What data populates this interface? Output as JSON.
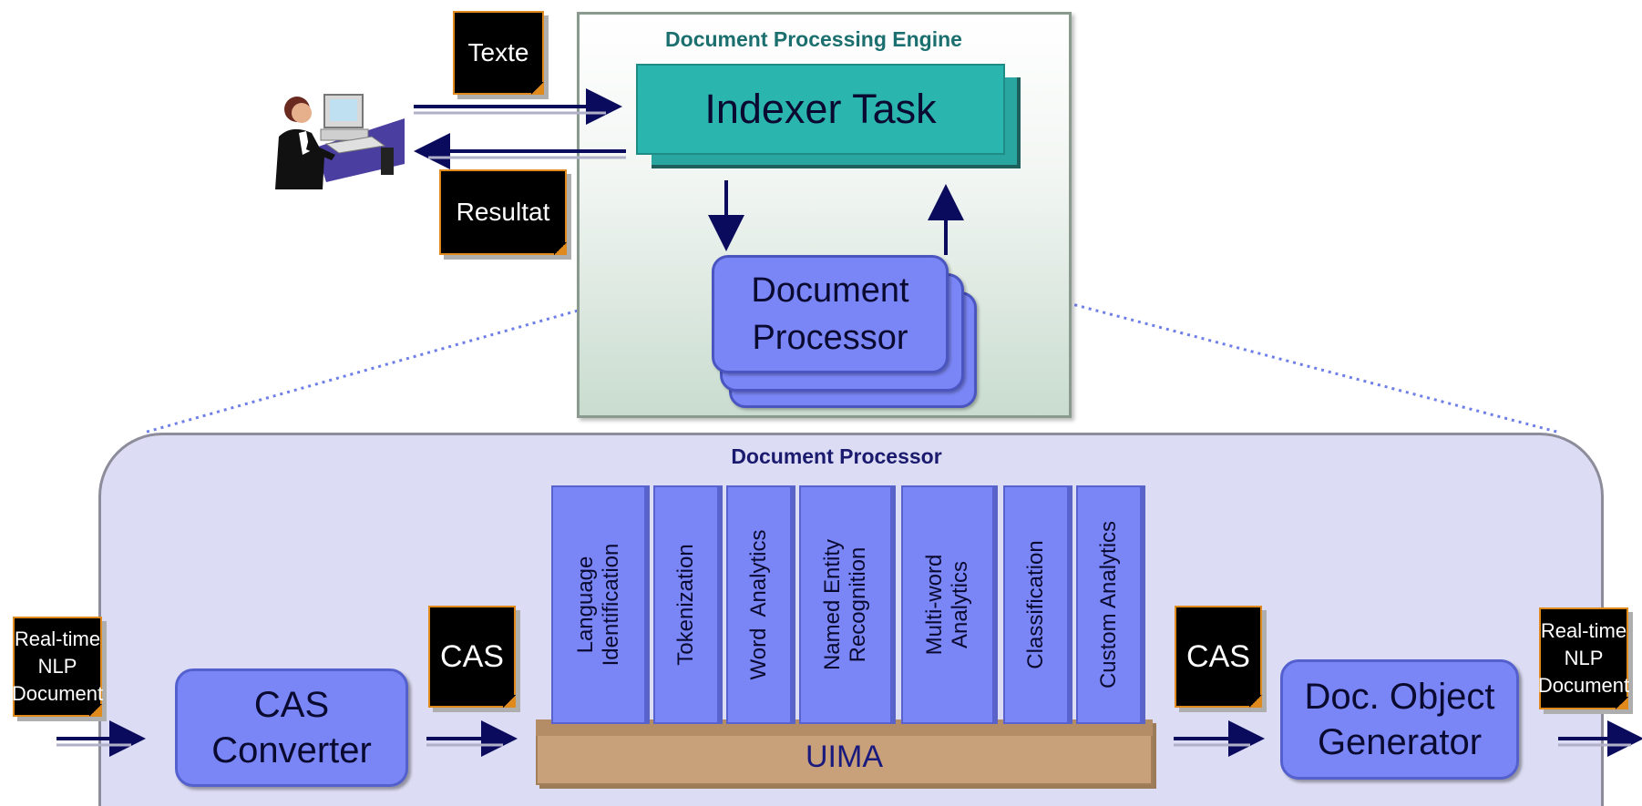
{
  "engine": {
    "title": "Document Processing Engine",
    "indexer": "Indexer Task"
  },
  "notes": {
    "texte": "Texte",
    "resultat": "Resultat"
  },
  "document_processor_node": {
    "line1": "Document",
    "line2": "Processor"
  },
  "panel": {
    "title": "Document Processor",
    "input_doc": {
      "line1": "Real-time",
      "line2": "NLP",
      "line3": "Document"
    },
    "output_doc": {
      "line1": "Real-time",
      "line2": "NLP",
      "line3": "Document"
    },
    "cas_converter": {
      "line1": "CAS",
      "line2": "Converter"
    },
    "cas_left": "CAS",
    "cas_right": "CAS",
    "doc_object_generator": {
      "line1": "Doc. Object",
      "line2": "Generator"
    },
    "uima": "UIMA",
    "modules": [
      {
        "line1": "Language",
        "line2": "Identification"
      },
      {
        "line1": "Tokenization",
        "line2": ""
      },
      {
        "line1": "Word  Analytics",
        "line2": ""
      },
      {
        "line1": "Named Entity",
        "line2": "Recognition"
      },
      {
        "line1": "Multi-word",
        "line2": "Analytics"
      },
      {
        "line1": "Classification",
        "line2": ""
      },
      {
        "line1": "Custom Analytics",
        "line2": ""
      }
    ]
  },
  "colors": {
    "accent_blue": "#7a86f6",
    "teal": "#2ab6ae",
    "navy": "#0b0b5e",
    "panel_bg": "#dcdcf4"
  },
  "icons": {
    "user": "user-at-computer-icon"
  }
}
